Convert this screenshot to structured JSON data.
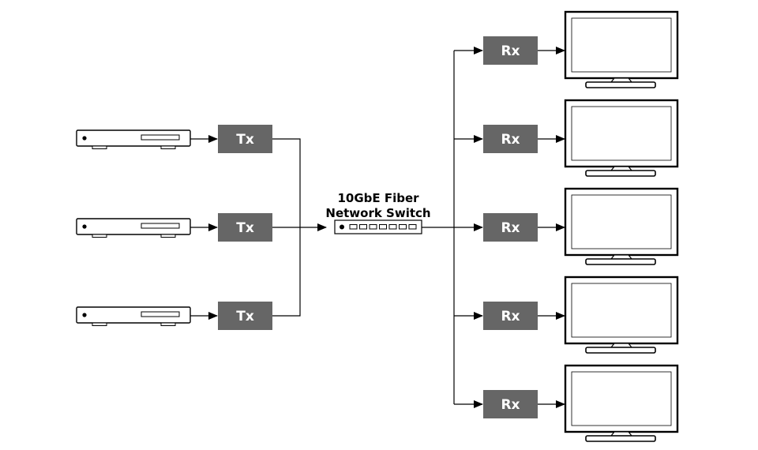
{
  "switch": {
    "label_line1": "10GbE Fiber",
    "label_line2": "Network Switch",
    "port_count": 7
  },
  "sources": [
    {
      "tx_label": "Tx",
      "icon": "media-player-icon"
    },
    {
      "tx_label": "Tx",
      "icon": "media-player-icon"
    },
    {
      "tx_label": "Tx",
      "icon": "media-player-icon"
    }
  ],
  "displays": [
    {
      "rx_label": "Rx",
      "icon": "monitor-icon"
    },
    {
      "rx_label": "Rx",
      "icon": "monitor-icon"
    },
    {
      "rx_label": "Rx",
      "icon": "monitor-icon"
    },
    {
      "rx_label": "Rx",
      "icon": "monitor-icon"
    },
    {
      "rx_label": "Rx",
      "icon": "monitor-icon"
    }
  ],
  "colors": {
    "box_fill": "#666666",
    "box_text": "#ffffff",
    "line": "#000000"
  }
}
